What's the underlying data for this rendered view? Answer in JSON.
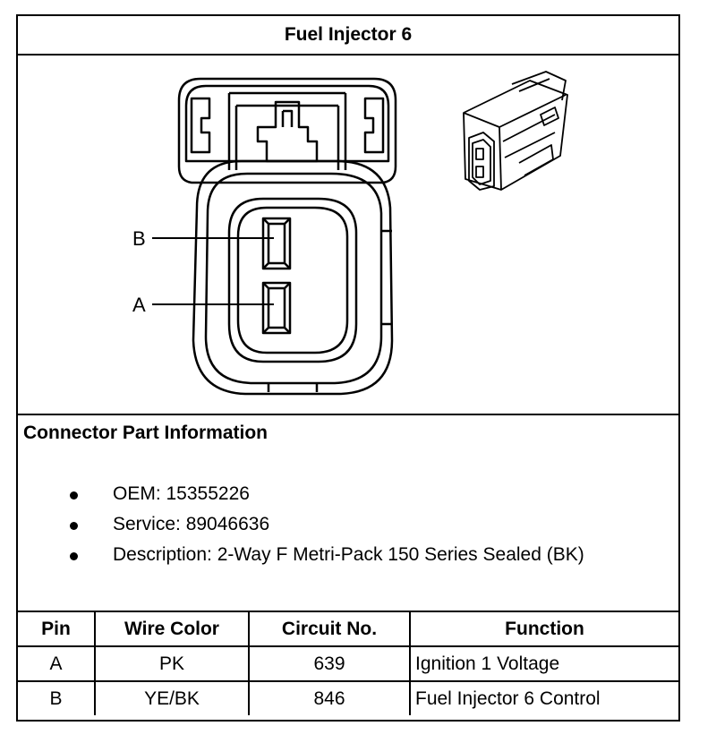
{
  "title": "Fuel Injector 6",
  "diagram": {
    "pin_labels": [
      "B",
      "A"
    ]
  },
  "info": {
    "heading": "Connector Part Information",
    "items": [
      "OEM: 15355226",
      "Service: 89046636",
      "Description: 2-Way F Metri-Pack 150 Series Sealed (BK)"
    ]
  },
  "table": {
    "headers": [
      "Pin",
      "Wire Color",
      "Circuit No.",
      "Function"
    ],
    "rows": [
      [
        "A",
        "PK",
        "639",
        "Ignition 1 Voltage"
      ],
      [
        "B",
        "YE/BK",
        "846",
        "Fuel Injector 6 Control"
      ]
    ]
  }
}
